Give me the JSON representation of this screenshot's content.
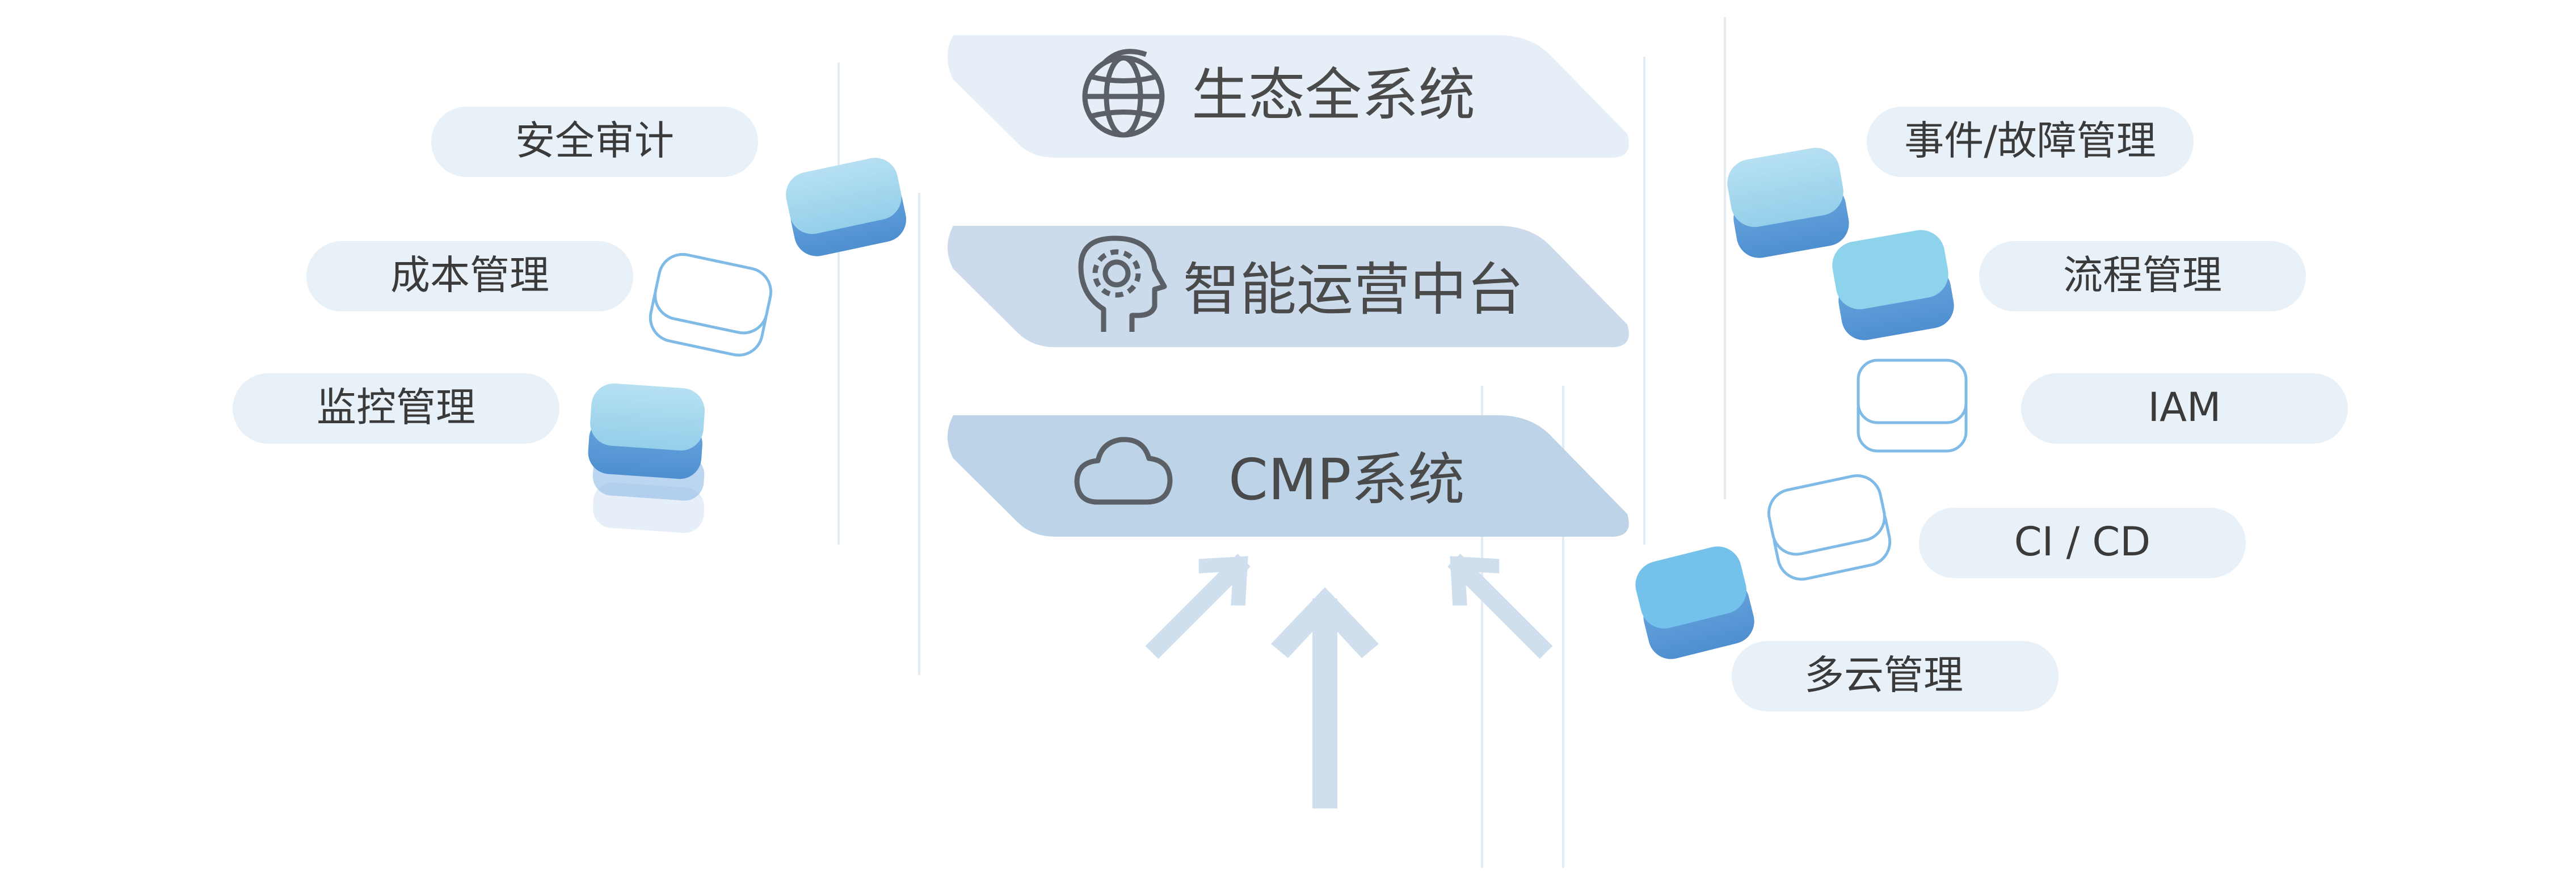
{
  "colors": {
    "pill_bg": "#e8f0f8",
    "band_top": "#e6eef7",
    "band_mid": "#cbdbeb",
    "band_bottom": "#bdd4e8",
    "icon_stroke": "#5b5f66",
    "arrow": "#cfdfee",
    "block_light": "#a9d8ee",
    "block_dark": "#5e9ad6",
    "outline": "#6fb3e0"
  },
  "bands": {
    "top": {
      "label": "生态全系统",
      "icon": "globe-icon"
    },
    "middle": {
      "label": "智能运营中台",
      "icon": "ai-head-gear-icon"
    },
    "bottom": {
      "label": "CMP系统",
      "icon": "cloud-icon"
    }
  },
  "left_items": [
    "安全审计",
    "成本管理",
    "监控管理"
  ],
  "right_items": [
    "事件/故障管理",
    "流程管理",
    "IAM",
    "CI / CD",
    "多云管理"
  ]
}
